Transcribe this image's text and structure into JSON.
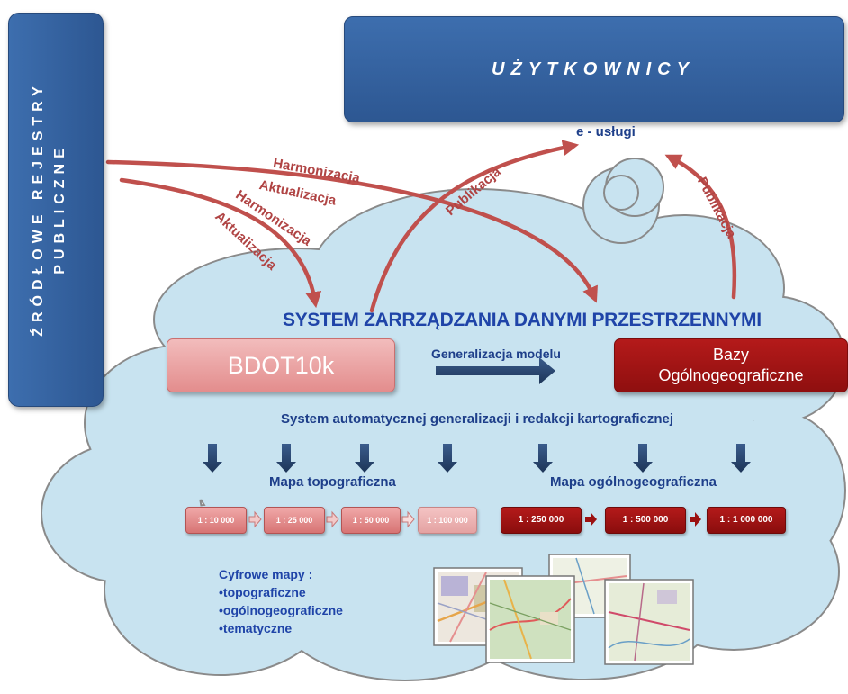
{
  "users": {
    "title": "UŻYTKOWNICY"
  },
  "sources": {
    "line1": "ŹRÓDŁOWE REJESTRY",
    "line2": "PUBLICZNE"
  },
  "e_services": "e - usługi",
  "arrows": {
    "harmonizacja_top": "Harmonizacja",
    "aktualizacja_top": "Aktualizacja",
    "harmonizacja_left": "Harmonizacja",
    "aktualizacja_left": "Aktualizacja",
    "publikacja_center": "Publikacja",
    "publikacja_right": "Publikacja"
  },
  "system_title": "SYSTEM ZARRZĄDZANIA DANYMI PRZESTRZENNYMI",
  "bdot": "BDOT10k",
  "generalization_label": "Generalizacja modelu",
  "bazy": {
    "line1": "Bazy",
    "line2": "Ogólnogeograficzne"
  },
  "auto_system": "System automatycznej generalizacji i redakcji kartograficznej",
  "topo": {
    "label": "Mapa topograficzna",
    "scales": [
      "1 : 10 000",
      "1 : 25 000",
      "1 : 50 000",
      "1 : 100 000"
    ]
  },
  "general": {
    "label": "Mapa ogólnogeograficzna",
    "scales": [
      "1 : 250 000",
      "1 : 500 000",
      "1 : 1 000 000"
    ]
  },
  "legend": {
    "title": "Cyfrowe mapy :",
    "items": [
      "•topograficzne",
      "•ogólnogeograficzne",
      "•tematyczne"
    ]
  },
  "colors": {
    "blue_box": "#2d5792",
    "cloud_fill": "#c8e3f0",
    "cloud_stroke": "#8a8a8a",
    "red_arrow": "#c0504d",
    "dark_red": "#9b1111",
    "light_red": "#e9a0a0",
    "navy_arrow": "#1f3a60",
    "text_blue": "#1e3f8a"
  }
}
